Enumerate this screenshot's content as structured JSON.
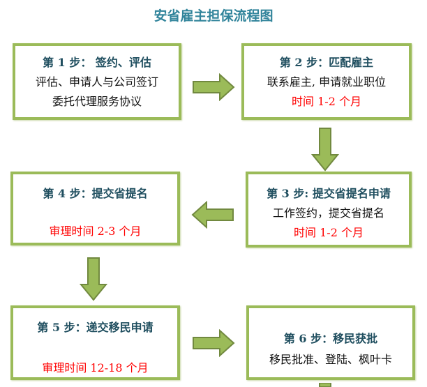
{
  "title": "安省雇主担保流程图",
  "steps": [
    {
      "heading": "第 1 步：  签约、评估",
      "lines": [
        "评估、申请人与公司签订",
        "委托代理服务协议"
      ]
    },
    {
      "heading": "第 2 步：匹配雇主",
      "lines": [
        "联系雇主, 申请就业职位"
      ],
      "time": "时间 1-2 个月"
    },
    {
      "heading": "第 3 步: 提交省提名申请",
      "lines": [
        "工作签约，提交省提名"
      ],
      "time": "时间 1-2 个月"
    },
    {
      "heading": "第 4 步：提交省提名",
      "time": "审理时间 2-3 个月"
    },
    {
      "heading": "第 5 步：递交移民申请",
      "time": "审理时间 12-18 个月"
    },
    {
      "heading": "第 6 步：移民获批",
      "lines": [
        "移民批准、登陆、枫叶卡"
      ]
    }
  ],
  "colors": {
    "border": "#9bbb59",
    "arrow": "#9bbb59",
    "arrow_stroke": "#71893f",
    "title": "#31849b",
    "heading": "#1f4e5f",
    "time": "#ff0000"
  }
}
